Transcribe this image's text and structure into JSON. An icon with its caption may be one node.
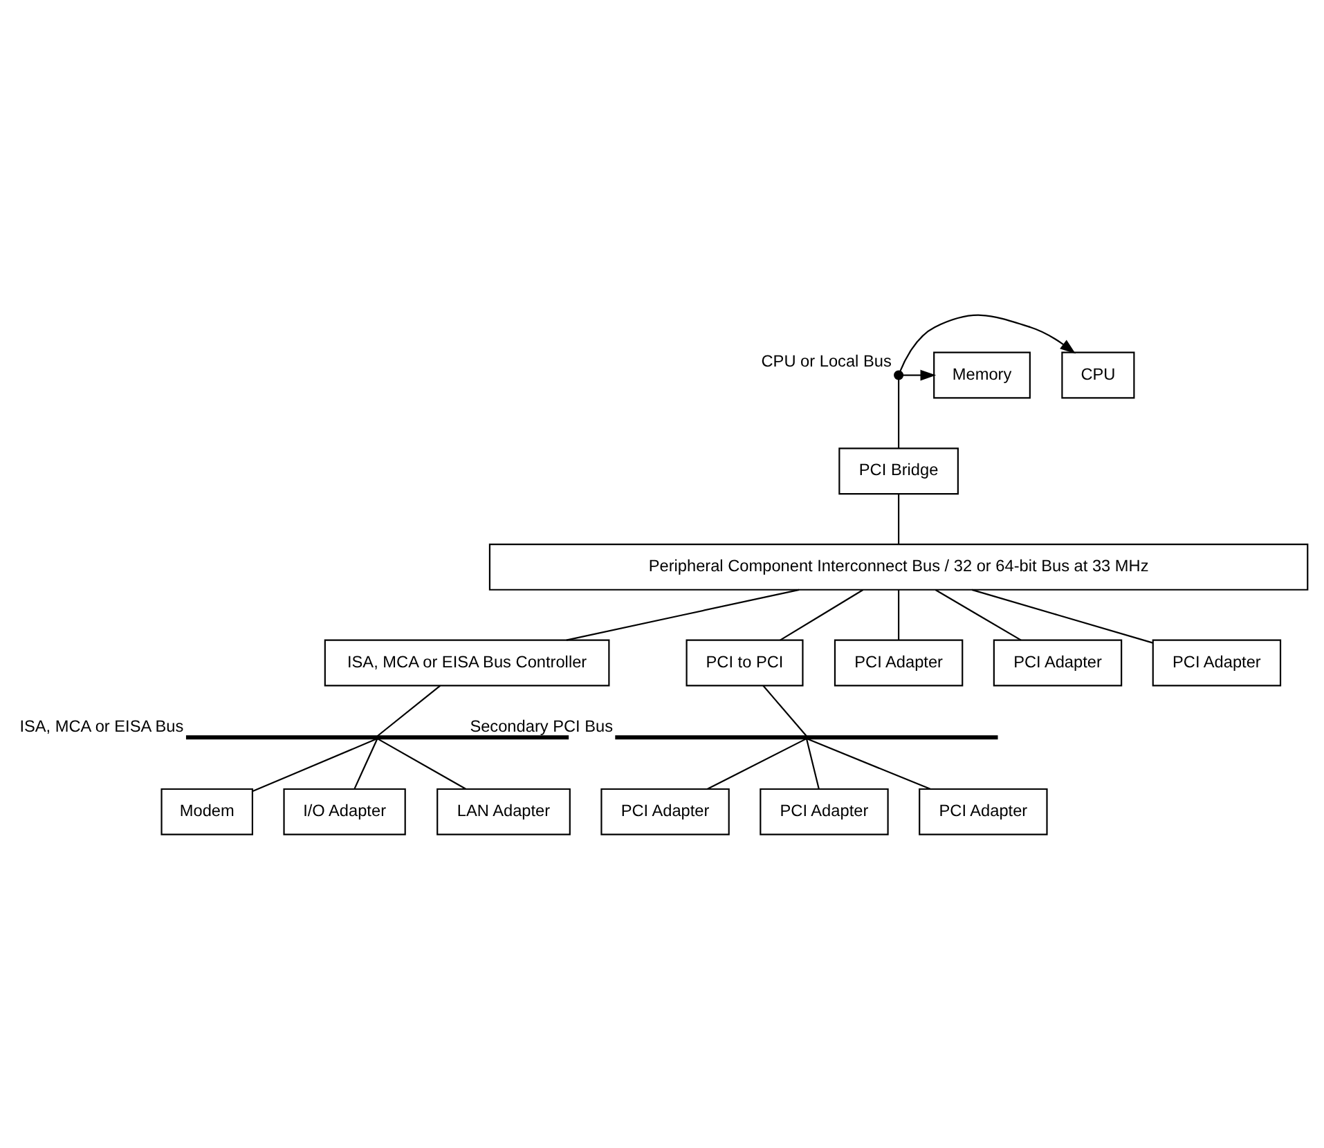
{
  "diagram": {
    "nodes": [
      {
        "text": [
          "CPU"
        ]
      },
      {
        "text": [
          "Memory"
        ]
      },
      {
        "text": [],
        "shape": "circle",
        "beside": [
          "CPU or Local Bus"
        ]
      },
      {
        "text": [
          "PCI Bridge"
        ]
      },
      {
        "text": [
          "Peripheral Component Interconnect Bus / 32 or 64-bit Bus at 33 MHz"
        ]
      },
      {
        "text": [
          "ISA, MCA or EISA Bus Controller"
        ]
      },
      {
        "text": [
          "PCI to PCI"
        ]
      },
      {
        "text": [
          "PCI Adapter"
        ]
      },
      {
        "text": [
          "PCI Adapter"
        ]
      },
      {
        "text": [
          "PCI Adapter"
        ]
      },
      {
        "text": [],
        "shape": "bar",
        "beside": [
          "ISA, MCA or EISA Bus"
        ]
      },
      {
        "text": [],
        "shape": "bar",
        "beside": [
          "Secondary PCI Bus"
        ]
      },
      {
        "text": [
          "Modem"
        ]
      },
      {
        "text": [
          "I/O Adapter"
        ]
      },
      {
        "text": [
          "LAN Adapter"
        ]
      },
      {
        "text": [
          "PCI Adapter"
        ]
      },
      {
        "text": [
          "PCI Adapter"
        ]
      },
      {
        "text": [
          "PCI Adapter"
        ]
      }
    ],
    "edges": [
      {
        "from": 2,
        "to": 0,
        "arrow": "to"
      },
      {
        "from": 2,
        "to": 1,
        "arrow": "to"
      },
      {
        "from": 2,
        "to": 3,
        "arrow": "none"
      },
      {
        "from": 3,
        "to": 4,
        "arrow": "none"
      },
      {
        "from": 4,
        "to": 5,
        "arrow": "none"
      },
      {
        "from": 4,
        "to": 6,
        "arrow": "none"
      },
      {
        "from": 4,
        "to": 7,
        "arrow": "none"
      },
      {
        "from": 4,
        "to": 8,
        "arrow": "none"
      },
      {
        "from": 4,
        "to": 9,
        "arrow": "none"
      },
      {
        "from": 5,
        "to": 10,
        "arrow": "none"
      },
      {
        "from": 10,
        "to": 12,
        "arrow": "none"
      },
      {
        "from": 10,
        "to": 13,
        "arrow": "none"
      },
      {
        "from": 10,
        "to": 14,
        "arrow": "none"
      },
      {
        "from": 6,
        "to": 11,
        "arrow": "none"
      },
      {
        "from": 11,
        "to": 15,
        "arrow": "none"
      },
      {
        "from": 11,
        "to": 16,
        "arrow": "none"
      },
      {
        "from": 11,
        "to": 17,
        "arrow": "none"
      }
    ]
  }
}
